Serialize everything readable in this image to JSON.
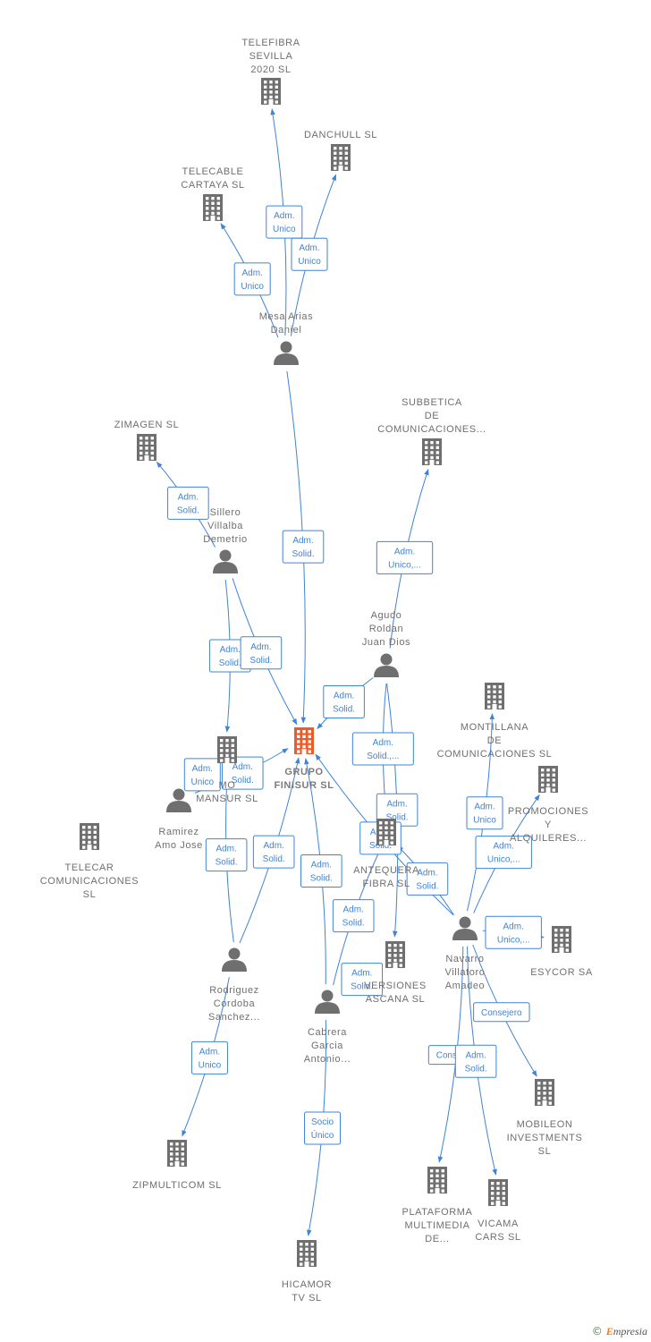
{
  "colors": {
    "edge": "#3f84d6",
    "node": "#6f6f6f",
    "main": "#f05a28",
    "label": "#6f6f6f"
  },
  "nodes": [
    {
      "id": "telefibra",
      "type": "company",
      "label": [
        "TELEFIBRA",
        "SEVILLA",
        "2020  SL"
      ]
    },
    {
      "id": "danchull",
      "type": "company",
      "label": [
        "DANCHULL  SL"
      ]
    },
    {
      "id": "telecable",
      "type": "company",
      "label": [
        "TELECABLE",
        "CARTAYA SL"
      ]
    },
    {
      "id": "mesa",
      "type": "person",
      "label": [
        "Mesa Arias",
        "Daniel"
      ]
    },
    {
      "id": "zimagen",
      "type": "company",
      "label": [
        "ZIMAGEN  SL"
      ]
    },
    {
      "id": "subbetica",
      "type": "company",
      "label": [
        "SUBBETICA",
        "DE",
        "COMUNICACIONES..."
      ]
    },
    {
      "id": "sillero",
      "type": "person",
      "label": [
        "Sillero",
        "Villalba",
        "Demetrio"
      ]
    },
    {
      "id": "agudo",
      "type": "person",
      "label": [
        "Agudo",
        "Roldan",
        "Juan Dios"
      ]
    },
    {
      "id": "montillana",
      "type": "company",
      "label": [
        "MONTILLANA",
        "DE",
        "COMUNICACIONES SL"
      ]
    },
    {
      "id": "grupo",
      "type": "company",
      "main": true,
      "label": [
        "GRUPO",
        "FINISUR  SL"
      ]
    },
    {
      "id": "mansur",
      "type": "company",
      "label": [
        "MO",
        "MANSUR  SL"
      ]
    },
    {
      "id": "promociones",
      "type": "company",
      "label": [
        "PROMOCIONES",
        "Y",
        "ALQUILERES..."
      ]
    },
    {
      "id": "ramirez",
      "type": "person",
      "label": [
        "Ramirez",
        "Amo Jose"
      ]
    },
    {
      "id": "telecar",
      "type": "company",
      "label": [
        "TELECAR",
        "COMUNICACIONES",
        "SL"
      ]
    },
    {
      "id": "antequera",
      "type": "company",
      "label": [
        "ANTEQUERA",
        "FIBRA  SL"
      ]
    },
    {
      "id": "esycor",
      "type": "company",
      "label": [
        "ESYCOR SA"
      ]
    },
    {
      "id": "navarro",
      "type": "person",
      "label": [
        "Navarro",
        "Villatoro",
        "Amadeo"
      ]
    },
    {
      "id": "inversiones",
      "type": "company",
      "label": [
        "VERSIONES",
        "ASCANA  SL"
      ]
    },
    {
      "id": "rodriguez",
      "type": "person",
      "label": [
        "Rodriguez",
        "Cordoba",
        "Sanchez..."
      ]
    },
    {
      "id": "cabrera",
      "type": "person",
      "label": [
        "Cabrera",
        "Garcia",
        "Antonio..."
      ]
    },
    {
      "id": "mobileon",
      "type": "company",
      "label": [
        "MOBILEON",
        "INVESTMENTS",
        "SL"
      ]
    },
    {
      "id": "zipmulticom",
      "type": "company",
      "label": [
        "ZIPMULTICOM SL"
      ]
    },
    {
      "id": "plataforma",
      "type": "company",
      "label": [
        "PLATAFORMA",
        "MULTIMEDIA",
        "DE..."
      ]
    },
    {
      "id": "vicama",
      "type": "company",
      "label": [
        "VICAMA",
        "CARS  SL"
      ]
    },
    {
      "id": "hicamor",
      "type": "company",
      "label": [
        "HICAMOR",
        "TV  SL"
      ]
    }
  ],
  "edges": [
    {
      "from": "mesa",
      "to": "telefibra",
      "label": [
        "Adm.",
        "Unico"
      ]
    },
    {
      "from": "mesa",
      "to": "danchull",
      "label": [
        "Adm.",
        "Unico"
      ]
    },
    {
      "from": "mesa",
      "to": "telecable",
      "label": [
        "Adm.",
        "Unico"
      ]
    },
    {
      "from": "mesa",
      "to": "grupo",
      "label": [
        "Adm.",
        "Solid."
      ]
    },
    {
      "from": "sillero",
      "to": "zimagen",
      "label": [
        "Adm.",
        "Solid."
      ]
    },
    {
      "from": "sillero",
      "to": "mansur",
      "label": [
        "Adm.",
        "Solid."
      ]
    },
    {
      "from": "sillero",
      "to": "grupo",
      "label": [
        "Adm.",
        "Solid."
      ]
    },
    {
      "from": "agudo",
      "to": "subbetica",
      "label": [
        "Adm.",
        "Unico,..."
      ]
    },
    {
      "from": "agudo",
      "to": "grupo",
      "label": [
        "Adm.",
        "Solid."
      ]
    },
    {
      "from": "agudo",
      "to": "inversiones",
      "label": [
        "Adm.",
        "Solid."
      ]
    },
    {
      "from": "agudo",
      "to": "antequera",
      "label": [
        "Adm.",
        "Solid.,..."
      ]
    },
    {
      "from": "navarro",
      "to": "grupo",
      "label": [
        "Adm.",
        "Solid."
      ]
    },
    {
      "from": "navarro",
      "to": "montillana",
      "label": [
        "Adm.",
        "Unico"
      ]
    },
    {
      "from": "navarro",
      "to": "promociones",
      "label": [
        "Adm.",
        "Unico,..."
      ]
    },
    {
      "from": "navarro",
      "to": "antequera",
      "label": [
        "Adm.",
        "Solid."
      ]
    },
    {
      "from": "navarro",
      "to": "esycor",
      "label": [
        "Adm.",
        "Unico,..."
      ]
    },
    {
      "from": "navarro",
      "to": "mobileon",
      "label": [
        "Consejero"
      ]
    },
    {
      "from": "navarro",
      "to": "plataforma",
      "label": [
        "Consejero"
      ]
    },
    {
      "from": "navarro",
      "to": "vicama",
      "label": [
        "Adm.",
        "Solid."
      ]
    },
    {
      "from": "ramirez",
      "to": "mansur",
      "label": [
        "Adm.",
        "Unico"
      ]
    },
    {
      "from": "ramirez",
      "to": "grupo",
      "label": [
        "Adm.",
        "Solid."
      ]
    },
    {
      "from": "rodriguez",
      "to": "mansur",
      "label": [
        "Adm.",
        "Solid."
      ]
    },
    {
      "from": "rodriguez",
      "to": "grupo",
      "label": [
        "Adm.",
        "Solid."
      ]
    },
    {
      "from": "rodriguez",
      "to": "zipmulticom",
      "label": [
        "Adm.",
        "Unico"
      ]
    },
    {
      "from": "cabrera",
      "to": "grupo",
      "label": [
        "Adm.",
        "Solid."
      ]
    },
    {
      "from": "cabrera",
      "to": "antequera",
      "label": [
        "Adm.",
        "Solid."
      ]
    },
    {
      "from": "cabrera",
      "to": "inversiones",
      "label": [
        "Adm.",
        "Solid."
      ]
    },
    {
      "from": "cabrera",
      "to": "hicamor",
      "label": [
        "Socio",
        "Único"
      ]
    }
  ],
  "footer": {
    "copyright": "©",
    "brand_e": "E",
    "brand_rest": "mpresia"
  }
}
